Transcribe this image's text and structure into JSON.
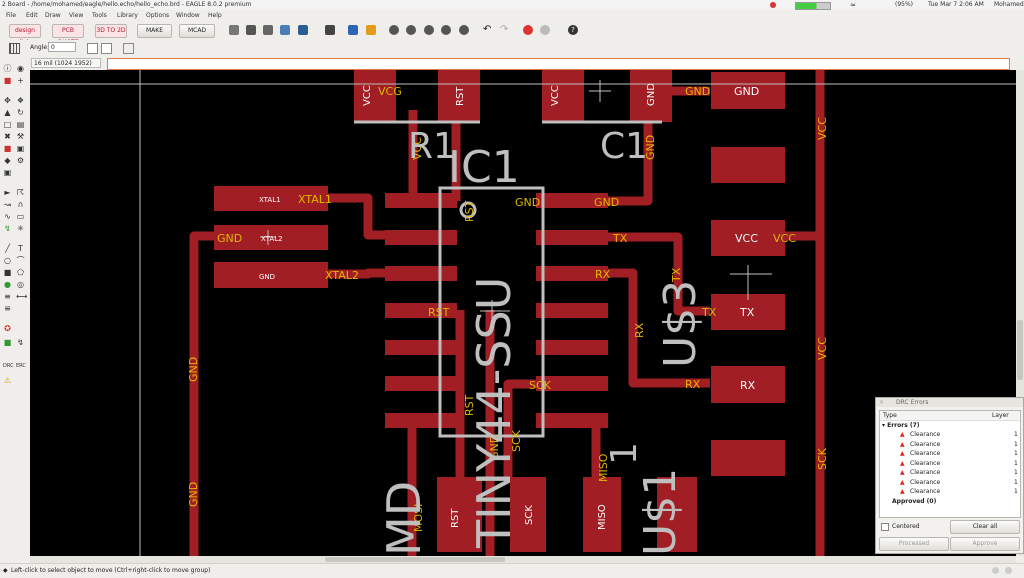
{
  "window": {
    "title": "2 Board - /home/mohamed/eagle/hello.echo/hello_echo.brd - EAGLE 8.0.2 premium",
    "tray": {
      "battery": "(95%)",
      "datetime": "Tue Mar 7 2:06 AM",
      "user": "Mohamed"
    }
  },
  "menu": [
    "File",
    "Edit",
    "Draw",
    "View",
    "Tools",
    "Library",
    "Options",
    "Window",
    "Help"
  ],
  "toolbar": {
    "make_label": "MAKE",
    "mcad_label": "MCAD",
    "badge1": "design link",
    "badge2": "PCB QUOTE",
    "badge3": "3D TO 2D"
  },
  "toolbar2": {
    "angle_label": "Angle:",
    "angle_value": "0"
  },
  "coord": "16 mil (1024 1952)",
  "board": {
    "pads": [
      "VCC",
      "RST",
      "VCC",
      "GND",
      "GND",
      "VCC",
      "TX",
      "RX",
      "XTAL1",
      "XTAL2",
      "GND",
      "RST",
      "SCK",
      "MISO"
    ],
    "net_labels": [
      "VCG",
      "GND",
      "XTAL1",
      "XTAL2",
      "GND",
      "TX",
      "RX",
      "RST",
      "SCK",
      "VCC",
      "TX",
      "RX",
      "GND",
      "VCC",
      "VCC",
      "GND",
      "GND",
      "VCC",
      "RX",
      "TX",
      "MOSI",
      "GND",
      "SCK",
      "MISO",
      "RST",
      "GND",
      "GND",
      "RST",
      "SCK"
    ],
    "silk": {
      "r1": "R1",
      "c1": "C1",
      "ic1": "IC1",
      "ic_name": "TINY44-SSU",
      "u3": "U$3",
      "u1": "U$1",
      "md": "MD",
      "pin1": "1"
    }
  },
  "drc": {
    "title": "DRC Errors",
    "col_type": "Type",
    "col_layer": "Layer",
    "errors_label": "Errors (7)",
    "errors": [
      {
        "type": "Clearance",
        "layer": "1"
      },
      {
        "type": "Clearance",
        "layer": "1"
      },
      {
        "type": "Clearance",
        "layer": "1"
      },
      {
        "type": "Clearance",
        "layer": "1"
      },
      {
        "type": "Clearance",
        "layer": "1"
      },
      {
        "type": "Clearance",
        "layer": "1"
      },
      {
        "type": "Clearance",
        "layer": "1"
      }
    ],
    "approved_label": "Approved (0)",
    "centered_label": "Centered",
    "clear_all": "Clear all",
    "processed": "Processed",
    "approve": "Approve"
  },
  "status": "Left-click to select object to move (Ctrl+right-click to move group)",
  "colors": {
    "copper": "#a01e24",
    "label": "#e0b800",
    "silk": "#bfbfbf",
    "canvas": "#000000"
  }
}
